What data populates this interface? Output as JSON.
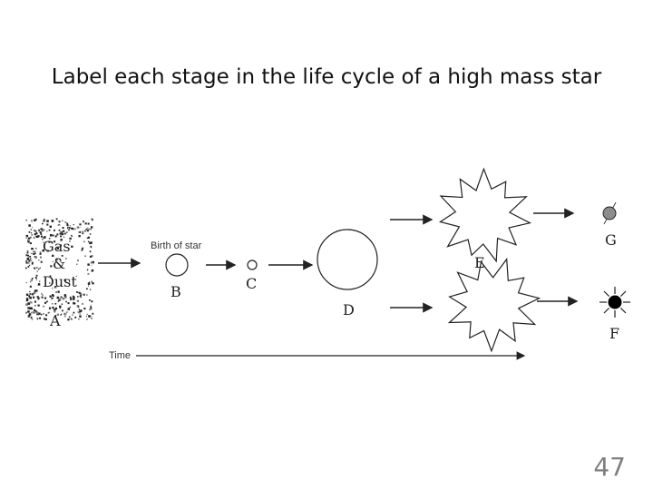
{
  "title": "Label each stage in the life cycle of a high mass star",
  "page_number": "47",
  "diagram": {
    "cloud_text": {
      "gas": "Gas",
      "and": "&",
      "dust": "Dust"
    },
    "caption_birth": "Birth of star",
    "caption_time": "Time",
    "labels": {
      "a": "A",
      "b": "B",
      "c": "C",
      "d": "D",
      "e": "E",
      "f": "F",
      "g": "G"
    },
    "colors": {
      "stroke": "#222222",
      "neutron_star": "#8c8c8c",
      "black_hole": "#000000"
    }
  }
}
